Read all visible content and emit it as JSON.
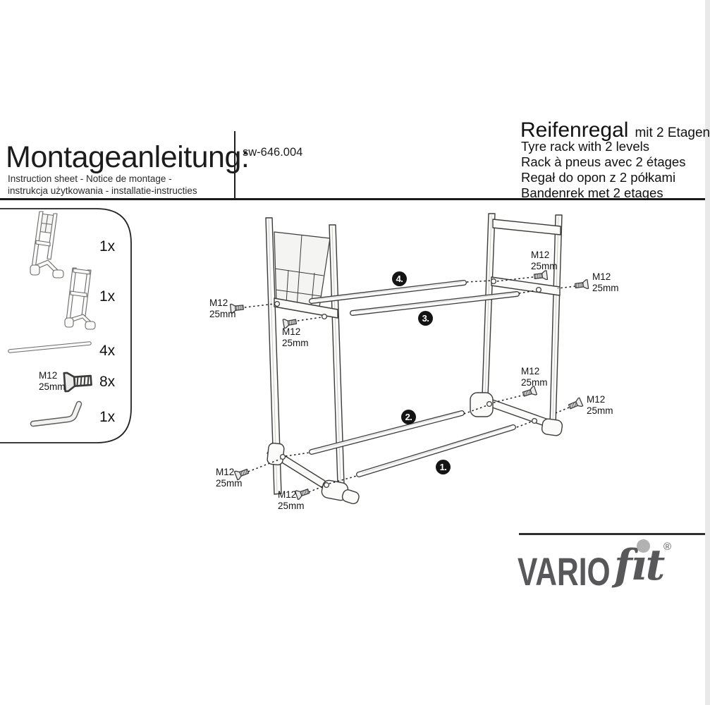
{
  "header": {
    "title": "Montageanleitung:",
    "subtitle_line1": "Instruction sheet - Notice de montage  -",
    "subtitle_line2": "instrukcja użytkowania - installatie-instructies",
    "sku": "sw-646.004"
  },
  "product": {
    "title_de": "Reifenregal",
    "title_de_suffix": "mit 2 Etagen",
    "title_en": "Tyre rack with 2 levels",
    "title_fr": "Rack à pneus avec 2 étages",
    "title_pl": "Regał do opon z 2 półkami",
    "title_nl": "Bandenrek met 2 etages"
  },
  "parts_list": {
    "items": [
      {
        "name": "side-frame-with-mesh-panel",
        "qty": "1x"
      },
      {
        "name": "side-frame-open",
        "qty": "1x"
      },
      {
        "name": "cross-tube",
        "qty": "4x"
      },
      {
        "name": "countersunk-screw",
        "qty": "8x",
        "size": "M12",
        "length": "25mm"
      },
      {
        "name": "allen-key",
        "qty": "1x"
      }
    ]
  },
  "diagram": {
    "fastener": {
      "size": "M12",
      "length": "25mm"
    },
    "steps": [
      "1.",
      "2.",
      "3.",
      "4."
    ]
  },
  "brand": {
    "word1": "VARIO",
    "word2": "fıt",
    "registered": "®"
  },
  "colors": {
    "ink": "#1a1a1a",
    "line_art": "#3c3c3c",
    "light_fill": "#f4f4f2",
    "step_circle": "#141414",
    "logo_gray": "#58585a",
    "logo_dot": "#b2b2b2"
  }
}
